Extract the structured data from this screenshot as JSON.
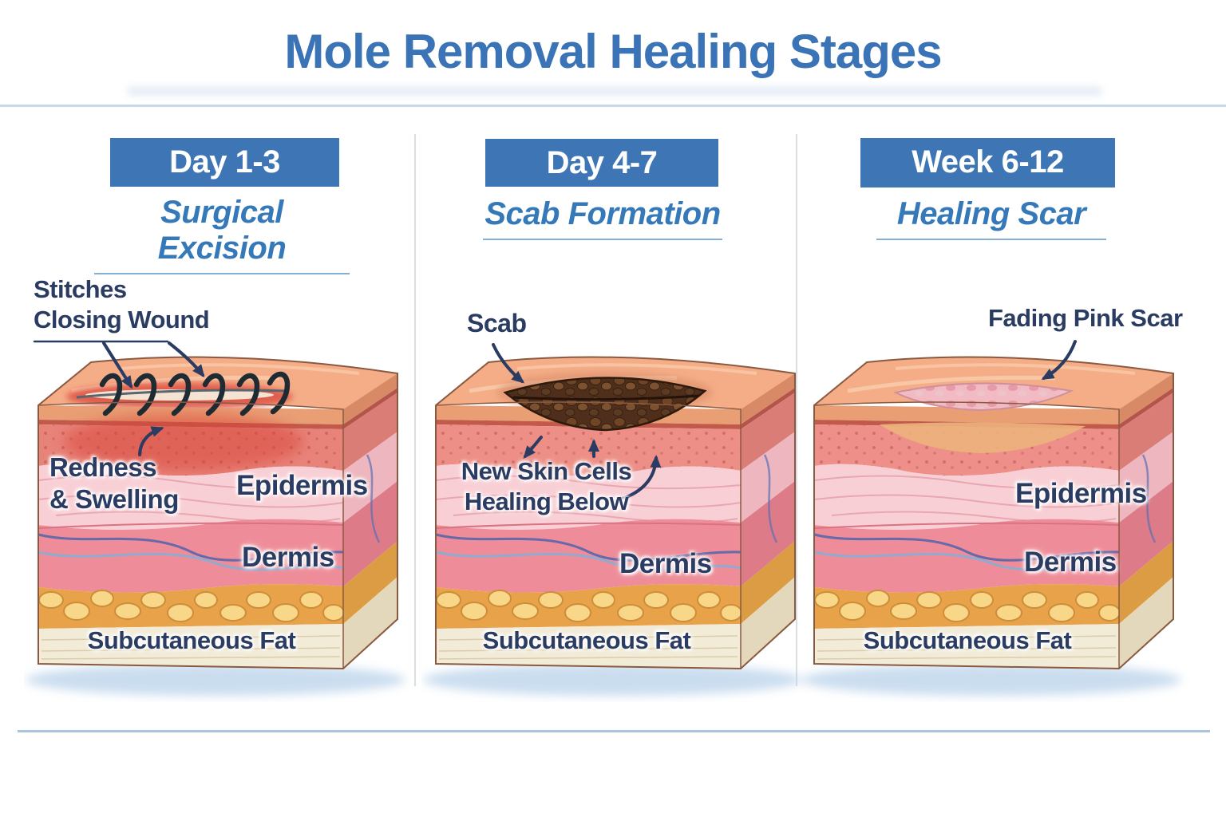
{
  "title": "Mole Removal Healing Stages",
  "panels": [
    {
      "banner": "Day 1-3",
      "subtitle": "Surgical Excision",
      "callout": "Stitches\nClosing Wound",
      "annotation": "Redness\n& Swelling",
      "layers": {
        "epidermis": "Epidermis",
        "dermis": "Dermis",
        "fat": "Subcutaneous Fat"
      }
    },
    {
      "banner": "Day 4-7",
      "subtitle": "Scab Formation",
      "callout": "Scab",
      "annotation": "New Skin Cells\nHealing Below",
      "layers": {
        "dermis": "Dermis",
        "fat": "Subcutaneous Fat"
      }
    },
    {
      "banner": "Week 6-12",
      "subtitle": "Healing Scar",
      "callout": "Fading Pink Scar",
      "layers": {
        "epidermis": "Epidermis",
        "dermis": "Dermis",
        "fat": "Subcutaneous Fat"
      }
    }
  ],
  "colors": {
    "title_blue": "#3b74b6",
    "banner_blue": "#3d75b5",
    "subtitle_blue": "#3579b9",
    "label_navy": "#2b3c63",
    "divider_light_blue": "#c8d8e8",
    "divider_bottom_blue": "#a9c4db",
    "skin_top_peach": "#f4ad87",
    "inflamed_red": "#dd4f43",
    "speckled_pink": "#ec8d84",
    "epidermis_pink": "#f8cfd5",
    "dermis_pink": "#ee8d99",
    "fat_yellow": "#f8d788",
    "base_cream": "#f2ebd8",
    "scab_brown": "#4f2f1b",
    "scar_pink": "#f2bac3",
    "vessel_blue": "#4f63ac",
    "stitch_black": "#1f2b33",
    "shadow_blue": "#b9d2ea"
  }
}
